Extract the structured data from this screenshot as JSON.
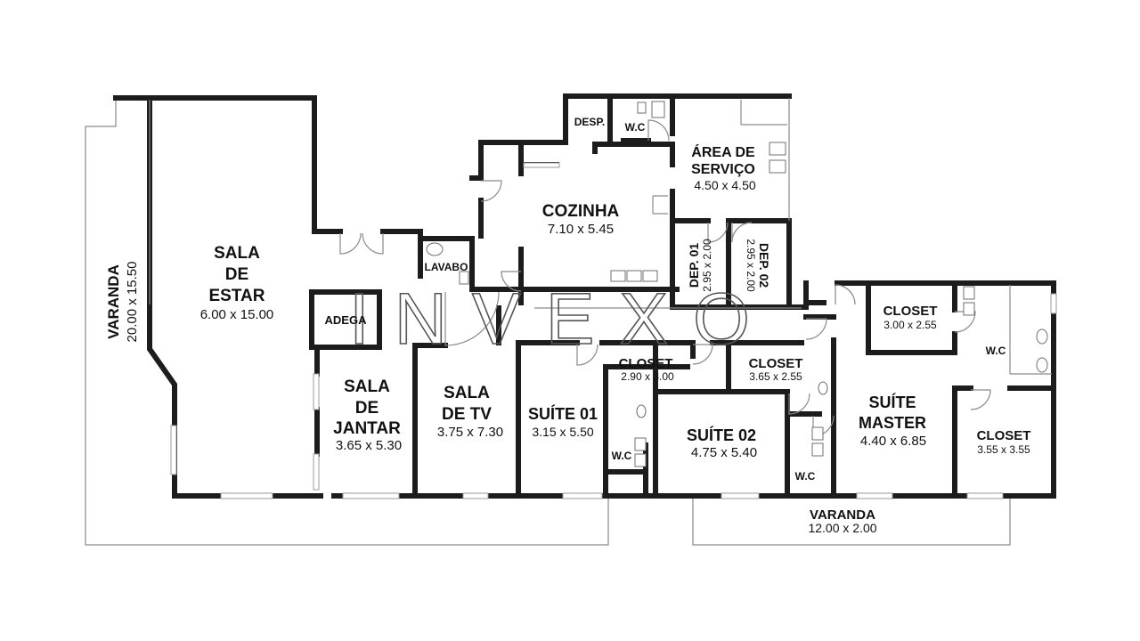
{
  "brand": {
    "watermark": "INVEXO"
  },
  "rooms": [
    {
      "id": "varanda-main",
      "name": "VARANDA",
      "dims": "20.00 x 15.50"
    },
    {
      "id": "sala-estar-1",
      "name": "SALA",
      "dims": ""
    },
    {
      "id": "sala-estar-2",
      "name": "DE",
      "dims": ""
    },
    {
      "id": "sala-estar-3",
      "name": "ESTAR",
      "dims": "6.00 x 15.00"
    },
    {
      "id": "adega",
      "name": "ADEGA",
      "dims": ""
    },
    {
      "id": "sala-jantar-1",
      "name": "SALA",
      "dims": ""
    },
    {
      "id": "sala-jantar-2",
      "name": "DE",
      "dims": ""
    },
    {
      "id": "sala-jantar-3",
      "name": "JANTAR",
      "dims": "3.65 x 5.30"
    },
    {
      "id": "lavabo",
      "name": "LAVABO",
      "dims": ""
    },
    {
      "id": "cozinha",
      "name": "COZINHA",
      "dims": "7.10 x 5.45"
    },
    {
      "id": "desp",
      "name": "DESP.",
      "dims": ""
    },
    {
      "id": "wc-servico",
      "name": "W.C",
      "dims": ""
    },
    {
      "id": "area-servico-1",
      "name": "ÁREA DE",
      "dims": ""
    },
    {
      "id": "area-servico-2",
      "name": "SERVIÇO",
      "dims": "4.50 x 4.50"
    },
    {
      "id": "dep01",
      "name": "DEP. 01",
      "dims": "2.95 x 2.00"
    },
    {
      "id": "dep02",
      "name": "DEP. 02",
      "dims": "2.95 x 2.00"
    },
    {
      "id": "sala-tv-1",
      "name": "SALA",
      "dims": ""
    },
    {
      "id": "sala-tv-2",
      "name": "DE TV",
      "dims": "3.75 x 7.30"
    },
    {
      "id": "suite01",
      "name": "SUÍTE 01",
      "dims": "3.15 x 5.50"
    },
    {
      "id": "closet1",
      "name": "CLOSET",
      "dims": "2.90 x 3.00"
    },
    {
      "id": "wc1",
      "name": "W.C",
      "dims": ""
    },
    {
      "id": "suite02",
      "name": "SUÍTE 02",
      "dims": "4.75 x 5.40"
    },
    {
      "id": "closet2",
      "name": "CLOSET",
      "dims": "3.65 x 2.55"
    },
    {
      "id": "wc2",
      "name": "W.C",
      "dims": ""
    },
    {
      "id": "closet3",
      "name": "CLOSET",
      "dims": "3.00 x 2.55"
    },
    {
      "id": "wc3",
      "name": "W.C",
      "dims": ""
    },
    {
      "id": "suite-master-1",
      "name": "SUÍTE",
      "dims": ""
    },
    {
      "id": "suite-master-2",
      "name": "MASTER",
      "dims": "4.40 x 6.85"
    },
    {
      "id": "closet4",
      "name": "CLOSET",
      "dims": "3.55 x 3.55"
    },
    {
      "id": "varanda2",
      "name": "VARANDA",
      "dims": "12.00 x 2.00"
    }
  ]
}
